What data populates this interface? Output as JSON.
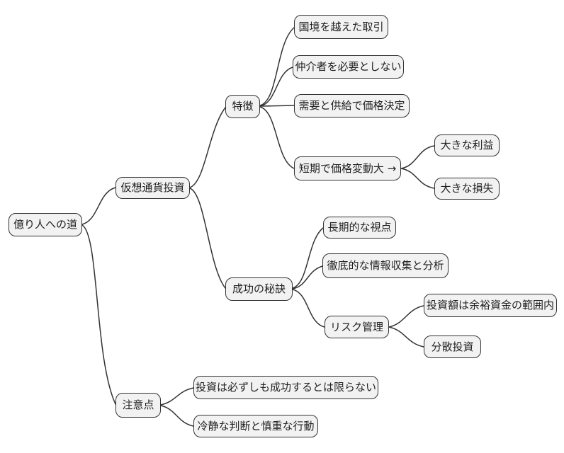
{
  "diagram": {
    "kind": "mindmap",
    "background_color": "#ffffff",
    "node_fill_color": "#f2f2f2",
    "node_border_color": "#333333",
    "edge_color": "#333333",
    "text_color": "#222222"
  },
  "mindmap": {
    "root": {
      "label": "億り人への道",
      "children": [
        {
          "label": "仮想通貨投資",
          "children": [
            {
              "label": "特徴",
              "children": [
                {
                  "label": "国境を越えた取引"
                },
                {
                  "label": "仲介者を必要としない"
                },
                {
                  "label": "需要と供給で価格決定"
                },
                {
                  "label": "短期で価格変動大 →",
                  "children": [
                    {
                      "label": "大きな利益"
                    },
                    {
                      "label": "大きな損失"
                    }
                  ]
                }
              ]
            },
            {
              "label": "成功の秘訣",
              "children": [
                {
                  "label": "長期的な視点"
                },
                {
                  "label": "徹底的な情報収集と分析"
                },
                {
                  "label": "リスク管理",
                  "children": [
                    {
                      "label": "投資額は余裕資金の範囲内"
                    },
                    {
                      "label": "分散投資"
                    }
                  ]
                }
              ]
            }
          ]
        },
        {
          "label": "注意点",
          "children": [
            {
              "label": "投資は必ずしも成功するとは限らない"
            },
            {
              "label": "冷静な判断と慎重な行動"
            }
          ]
        }
      ]
    }
  }
}
